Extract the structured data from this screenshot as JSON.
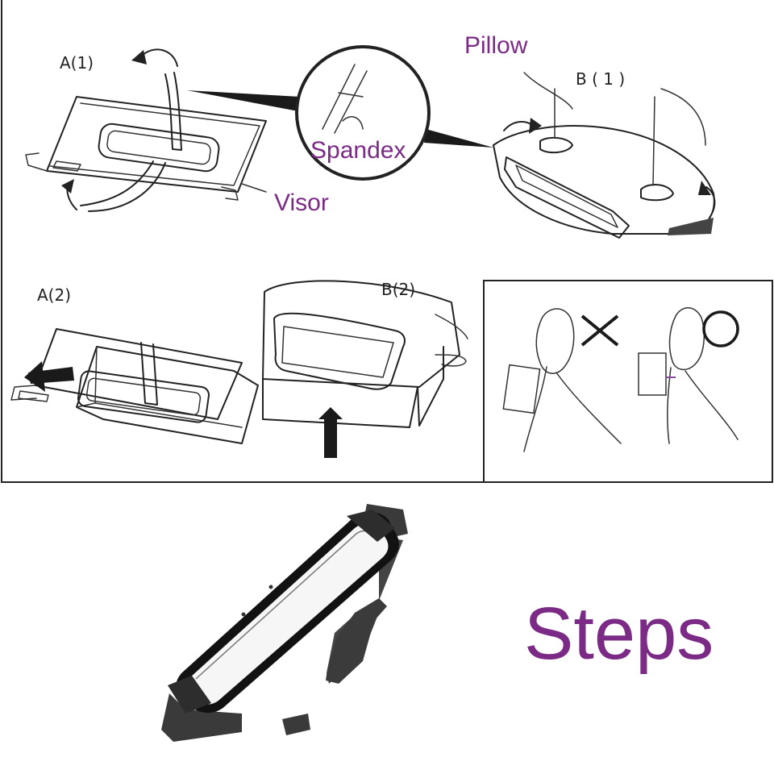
{
  "labels": {
    "a1": "A(1)",
    "a2": "A(2)",
    "b1": "B ( 1 )",
    "b2": "B(2)",
    "pillow": "Pillow",
    "spandex": "Spandex",
    "visor": "Visor"
  },
  "heading": "Steps",
  "colors": {
    "label_accent": "#7b2a86",
    "ink": "#222222",
    "strap": "#3a3a3a",
    "frame": "#111111"
  },
  "icons": {
    "wrong": "cross-mark-icon",
    "right": "circle-mark-icon"
  }
}
